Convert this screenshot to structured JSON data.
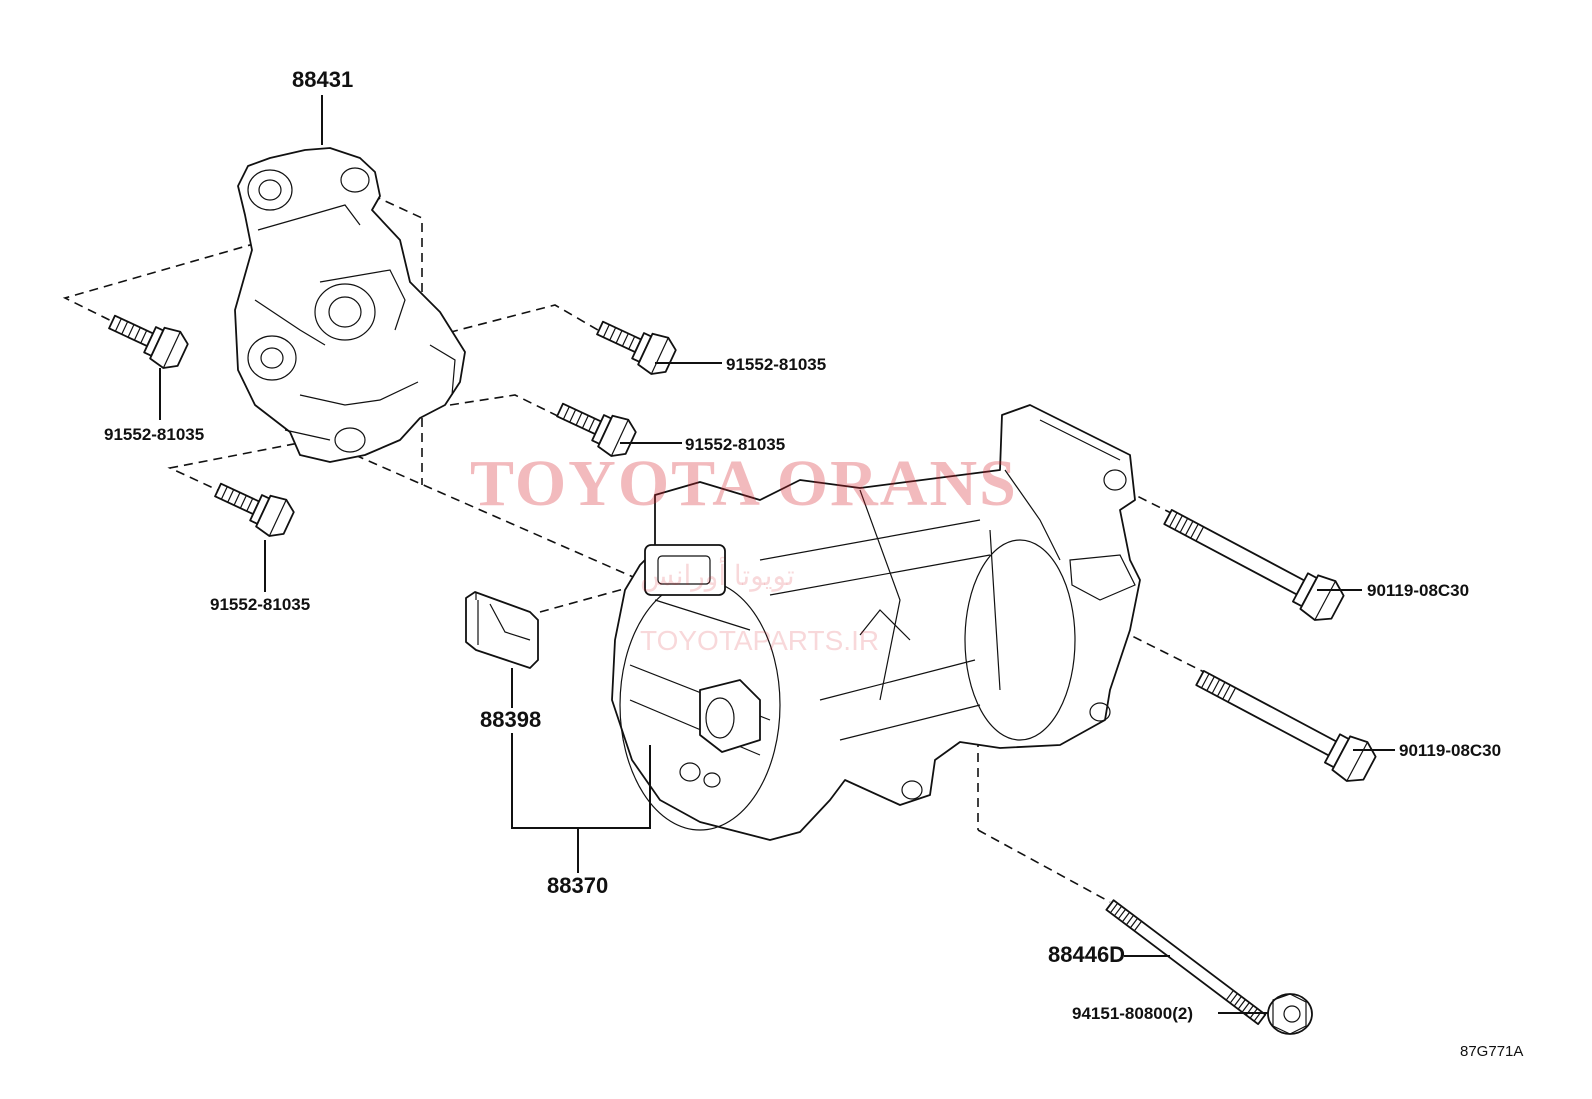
{
  "watermark": {
    "brand": "TOYOTA ORANS",
    "arabic": "تويوتا أورانس",
    "site": "TOYOTAPARTS.IR"
  },
  "drawing_code": "87G771A",
  "labels": {
    "bracket": "88431",
    "bolt_left_upper": "91552-81035",
    "bolt_left_lower": "91552-81035",
    "bolt_mid_upper": "91552-81035",
    "bolt_mid_lower": "91552-81035",
    "cap": "88398",
    "compressor": "88370",
    "long_bolt_upper": "90119-08C30",
    "long_bolt_lower": "90119-08C30",
    "stud": "88446D",
    "nut": "94151-80800(2)"
  }
}
